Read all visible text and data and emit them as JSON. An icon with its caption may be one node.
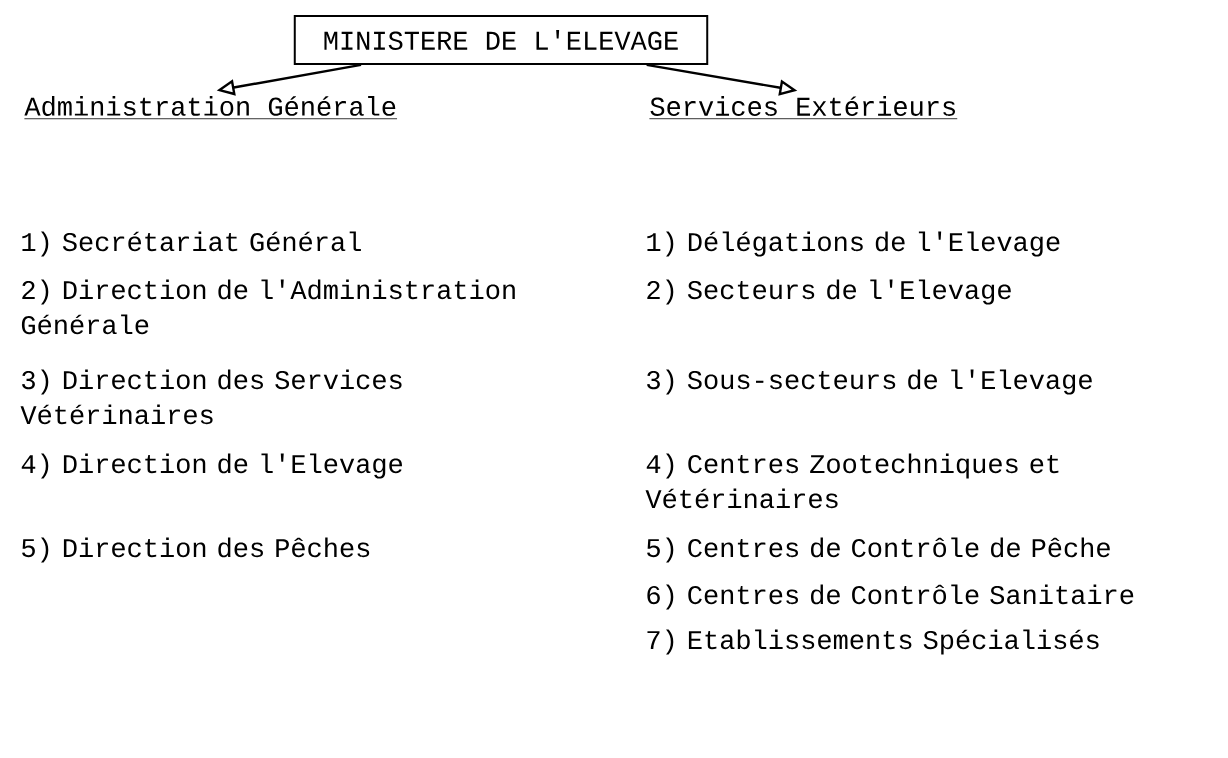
{
  "diagram": {
    "nodes": [
      {
        "text": [
          "MINISTERE DE L'ELEVAGE"
        ]
      },
      {
        "text": [
          "Administration Générale"
        ]
      },
      {
        "text": [
          "Services Extérieurs"
        ]
      }
    ],
    "edges": [
      {
        "from": 0,
        "to": 1,
        "arrow": "to"
      },
      {
        "from": 0,
        "to": 2,
        "arrow": "to"
      }
    ],
    "labels": [
      "1) Secrétariat Général",
      "2) Direction de l'Administration Générale",
      "3) Direction des Services Vétérinaires",
      "4) Direction de l'Elevage",
      "5) Direction des Pêches",
      "1) Délégations de l'Elevage",
      "2) Secteurs de l'Elevage",
      "3) Sous-secteurs de l'Elevage",
      "4) Centres Zootechniques et Vétérinaires",
      "5) Centres de Contrôle de Pêche",
      "6) Centres de Contrôle Sanitaire",
      "7) Etablissements Spécialisés"
    ]
  }
}
